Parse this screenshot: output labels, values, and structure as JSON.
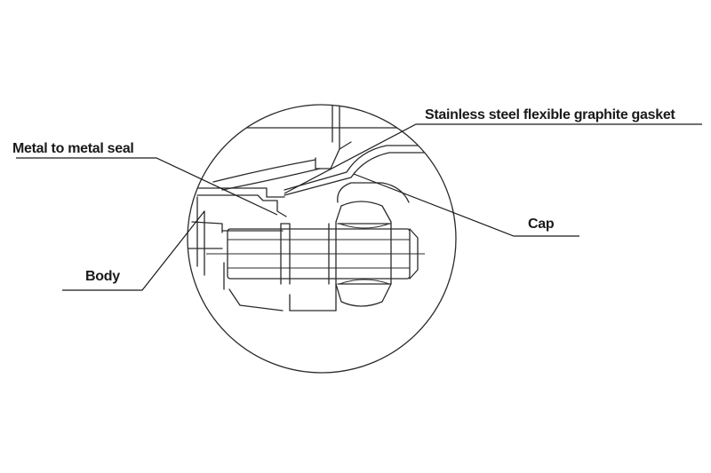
{
  "labels": {
    "gasket": "Stainless steel flexible graphite gasket",
    "seal": "Metal to metal seal",
    "cap": "Cap",
    "body": "Body"
  }
}
